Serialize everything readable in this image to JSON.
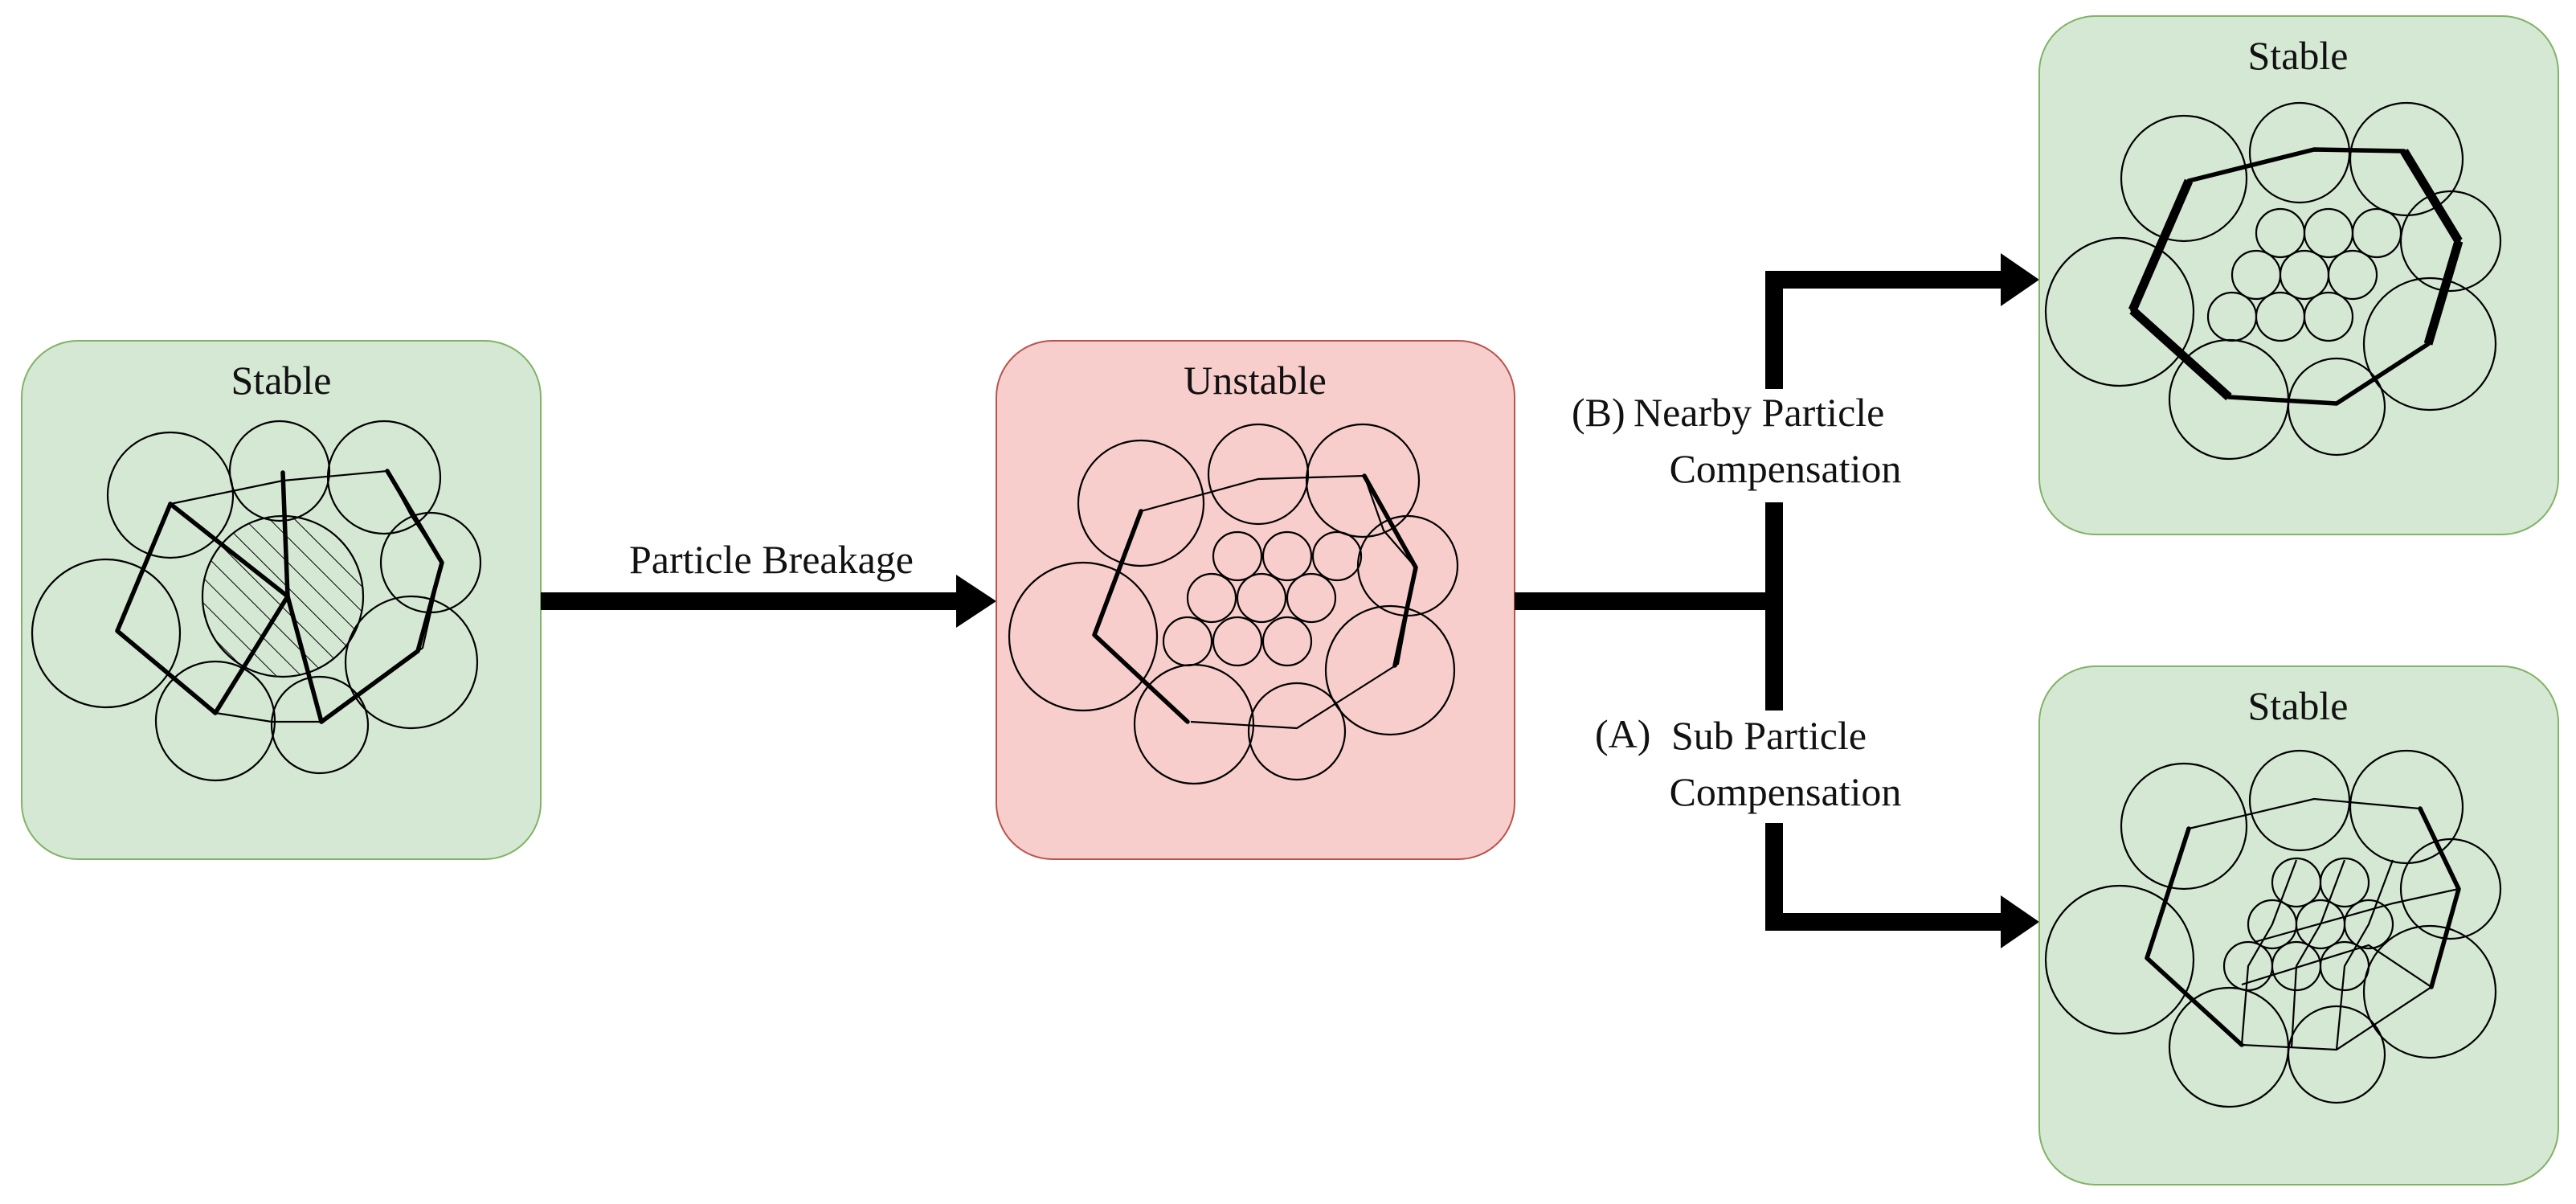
{
  "box_states": {
    "left": "Stable",
    "middle": "Unstable",
    "top_right": "Stable",
    "bottom_right": "Stable"
  },
  "arrows": {
    "breakage": "Particle Breakage",
    "branch_b_marker": "(B)",
    "branch_b_line1": "Nearby Particle",
    "branch_b_line2": "Compensation",
    "branch_a_marker": "(A)",
    "branch_a_line1": "Sub Particle",
    "branch_a_line2": "Compensation"
  },
  "colors": {
    "stable_fill": "#d5e8d4",
    "stable_border": "#82b366",
    "unstable_fill": "#f8cecc",
    "unstable_border": "#b85450",
    "ink": "#000000"
  }
}
